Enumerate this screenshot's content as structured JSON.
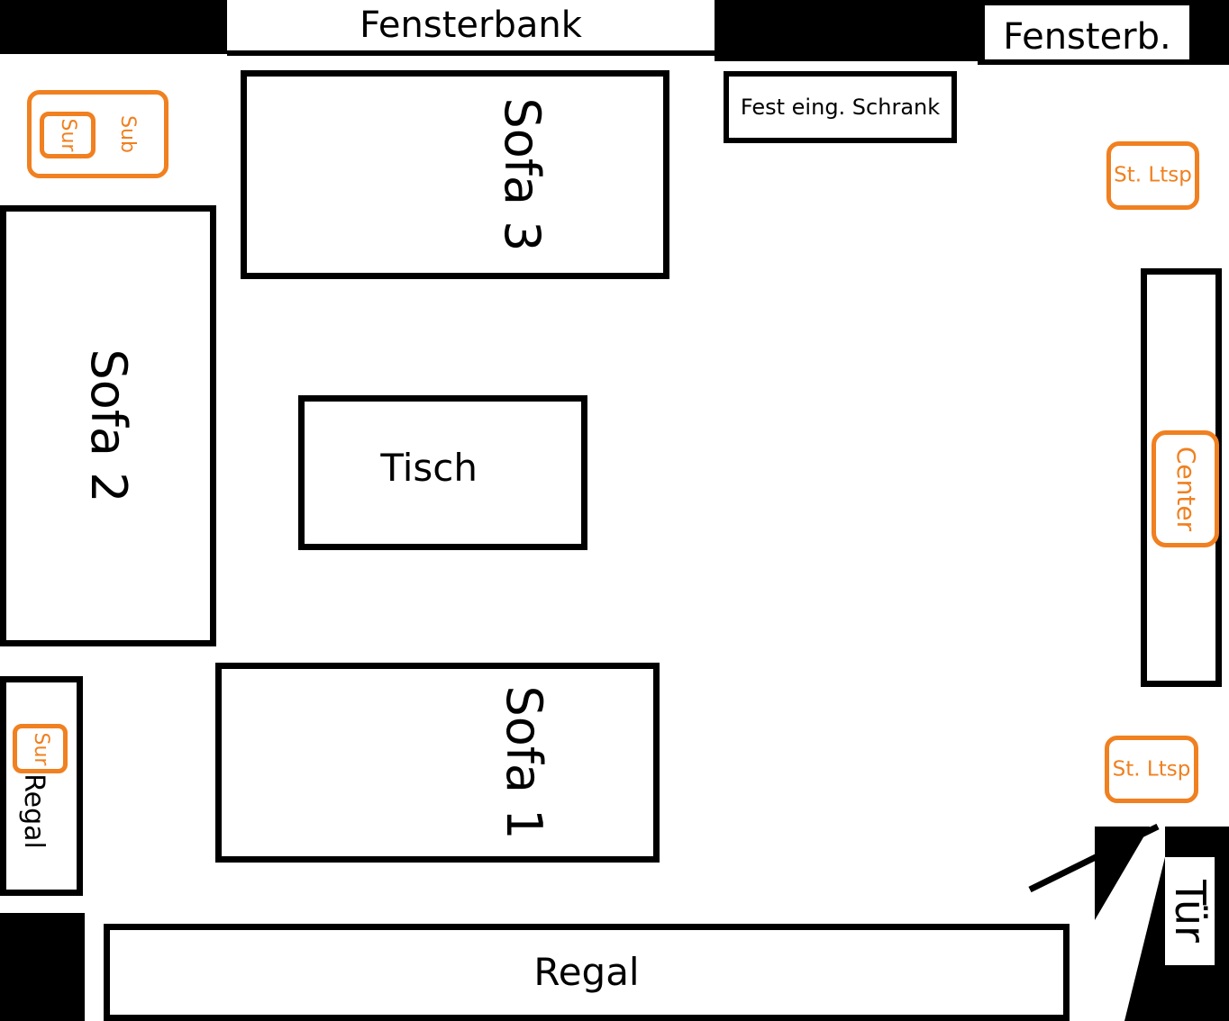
{
  "labels": {
    "fensterbank": "Fensterbank",
    "fensterb": "Fensterb.",
    "schrank": "Fest eing. Schrank",
    "sofa1": "Sofa 1",
    "sofa2": "Sofa 2",
    "sofa3": "Sofa 3",
    "tisch": "Tisch",
    "regal_bottom": "Regal",
    "regal_left": "Regal",
    "tuer": "Tür",
    "sub": "Sub",
    "sur_top": "Sur",
    "sur_bottom": "Sur",
    "st_ltsp_top": "St. Ltsp",
    "st_ltsp_bottom": "St. Ltsp",
    "center": "Center"
  },
  "colors": {
    "walls": "#000000",
    "speakers": "#f08020"
  }
}
